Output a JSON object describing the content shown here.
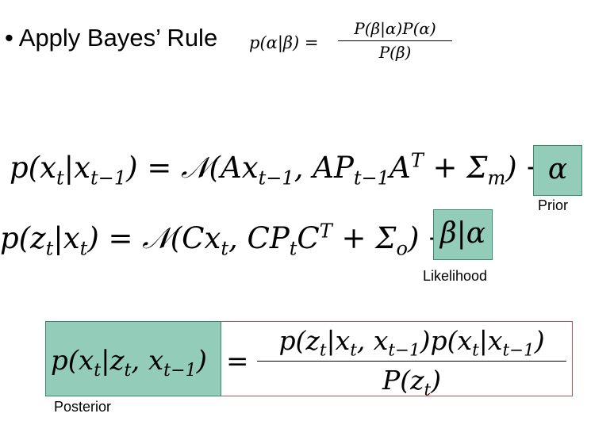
{
  "bullet": {
    "marker": "•",
    "text": "Apply Bayes’ Rule"
  },
  "bayes": {
    "lhs": "p(α|β) =",
    "numerator": "P(β|α)P(α)",
    "denominator": "P(β)"
  },
  "eq1": {
    "lhs": "p(x",
    "lhs_sub": "t",
    "mid1": "|x",
    "mid1_sub": "t−1",
    "mid2": ") = 𝒩(Ax",
    "mid2_sub": "t−1",
    "mid3": ", AP",
    "mid3_sub": "t−1",
    "mid4": "A",
    "mid4_sup": "T",
    "mid5": " + Σ",
    "mid5_sub": "m",
    "mid6": ") →",
    "box": "α",
    "label": "Prior"
  },
  "eq2": {
    "p1": "p(z",
    "p1_sub": "t",
    "p2": "|x",
    "p2_sub": "t",
    "p3": ") = 𝒩(Cx",
    "p3_sub": "t",
    "p4": ", CP",
    "p4_sub": "t",
    "p5": "C",
    "p5_sup": "T",
    "p6": " + Σ",
    "p6_sub": "o",
    "p7": ") →",
    "box": "β|α",
    "label": "Likelihood"
  },
  "posterior": {
    "lhs1": "p(x",
    "lhs1_sub": "t",
    "lhs2": "|z",
    "lhs2_sub": "t",
    "lhs3": ", x",
    "lhs3_sub": "t−1",
    "lhs4": ")",
    "equals": "=",
    "num1": "p(z",
    "num1_sub": "t",
    "num2": "|x",
    "num2_sub": "t",
    "num3": ", x",
    "num3_sub": "t−1",
    "num4": ")p(x",
    "num4_sub": "t",
    "num5": "|x",
    "num5_sub": "t−1",
    "num6": ")",
    "den1": "P(z",
    "den1_sub": "t",
    "den2": ")",
    "label": "Posterior"
  },
  "colors": {
    "box_fill": "#93cdb9",
    "box_border": "#3b8a67",
    "posterior_border": "#c0504d"
  }
}
